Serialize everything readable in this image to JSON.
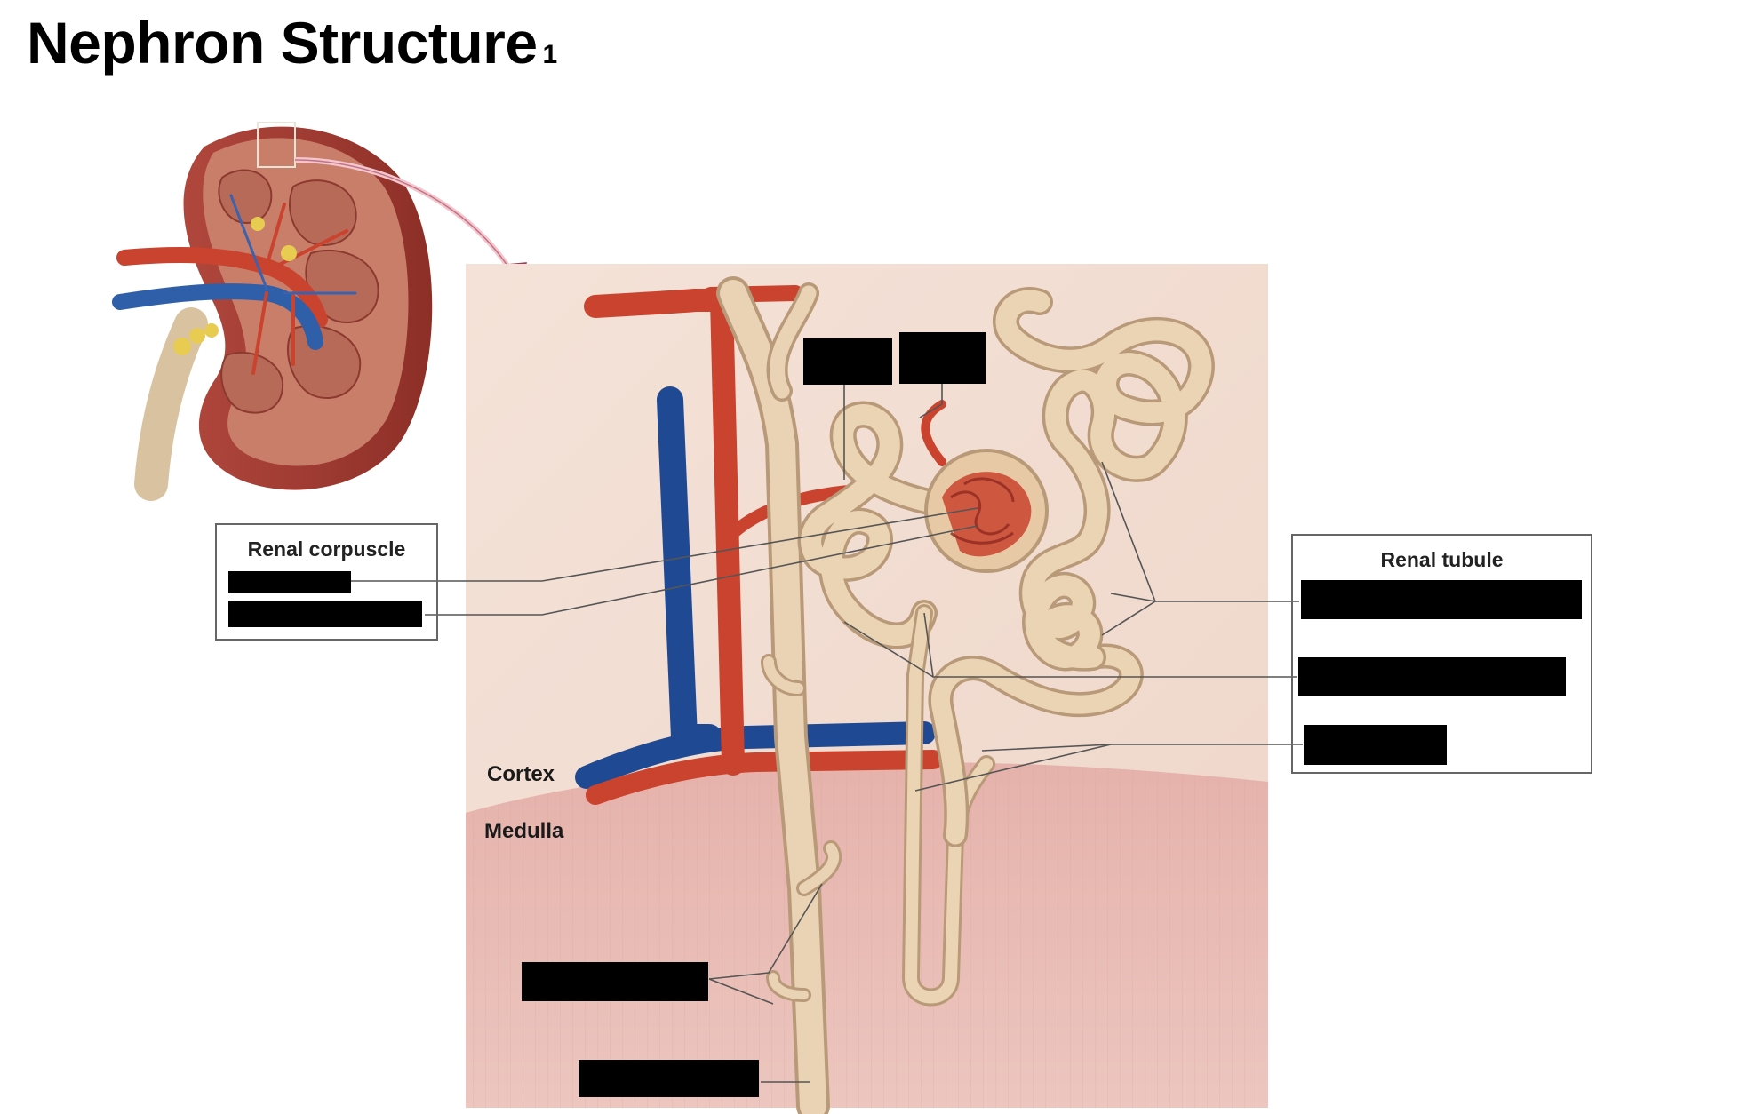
{
  "title": {
    "text": "Nephron Structure",
    "superscript": "1"
  },
  "labels": {
    "renal_corpuscle": "Renal corpuscle",
    "renal_tubule": "Renal tubule",
    "cortex": "Cortex",
    "medulla": "Medulla"
  },
  "colors": {
    "artery": "#d2553d",
    "vein": "#2f5fa8",
    "tubule": "#e8cfae",
    "cortex_bg": "#f2dfd4",
    "medulla_bg": "#e6b4ae",
    "redaction": "#000000"
  }
}
